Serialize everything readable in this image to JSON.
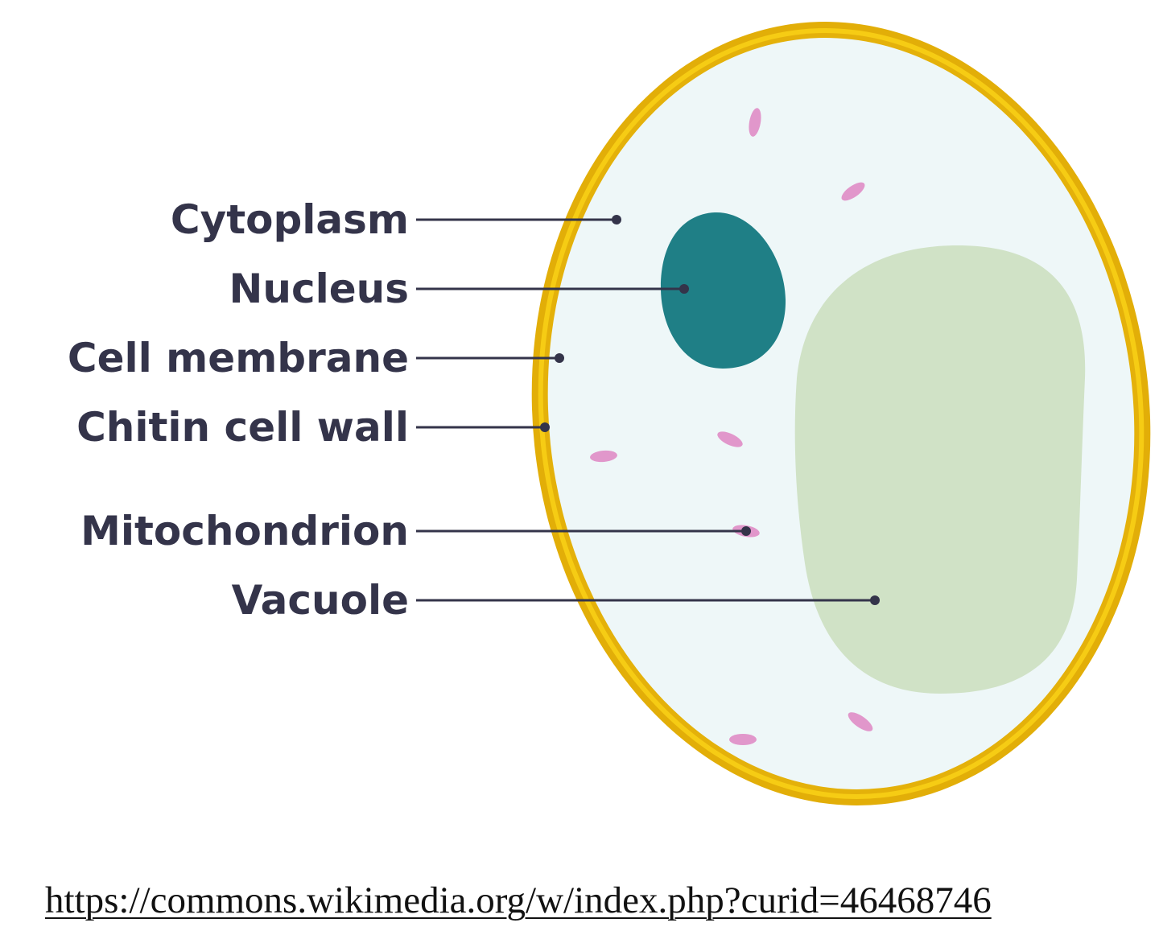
{
  "diagram": {
    "labels": {
      "cytoplasm": "Cytoplasm",
      "nucleus": "Nucleus",
      "cell_membrane": "Cell membrane",
      "cell_wall": "Chitin cell wall",
      "mitochondrion": "Mitochondrion",
      "vacuole": "Vacuole"
    },
    "colors": {
      "cell_wall": "#e2ae08",
      "cell_wall_inner": "#f6cc14",
      "cytoplasm": "#eef7f8",
      "nucleus": "#1f7f86",
      "vacuole": "#d0e2c6",
      "mitochondria": "#e197cb",
      "label_text": "#34344a",
      "leader_line": "#34344a"
    }
  },
  "footer": {
    "source_url": "https://commons.wikimedia.org/w/index.php?curid=46468746"
  }
}
